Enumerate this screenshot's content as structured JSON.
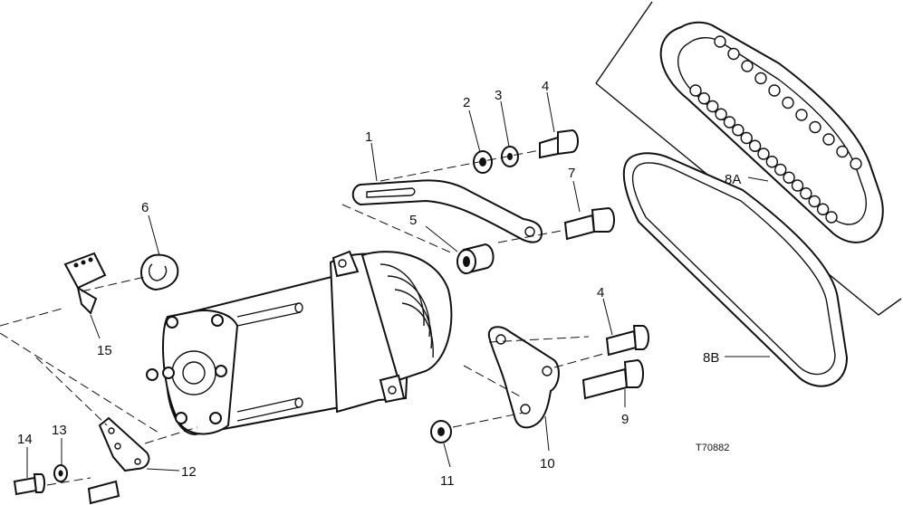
{
  "callouts": {
    "c1": "1",
    "c2": "2",
    "c3": "3",
    "c4a": "4",
    "c4b": "4",
    "c5": "5",
    "c6": "6",
    "c7": "7",
    "c8a": "8A",
    "c8b": "8B",
    "c9": "9",
    "c10": "10",
    "c11": "11",
    "c12": "12",
    "c13": "13",
    "c14": "14",
    "c15": "15"
  },
  "figure_code": "T70882"
}
